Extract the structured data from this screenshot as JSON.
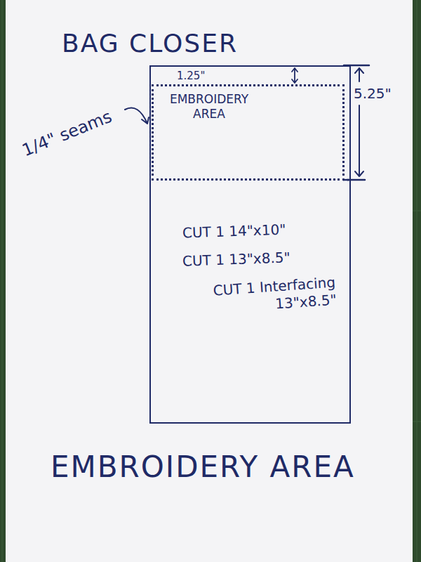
{
  "diagram": {
    "title": "BAG CLOSER",
    "caption": "EMBROIDERY AREA",
    "nodes": [
      {
        "text": [
          "CUT 1 14\"x10\"",
          "CUT 1 13\"x8.5\"",
          "CUT 1 Interfacing 13\"x8.5\""
        ]
      },
      {
        "text": [
          "EMBROIDERY AREA"
        ],
        "in": 0
      }
    ],
    "labels": [
      "1.25\"",
      "5.25\"",
      "1/4\" seams"
    ]
  }
}
